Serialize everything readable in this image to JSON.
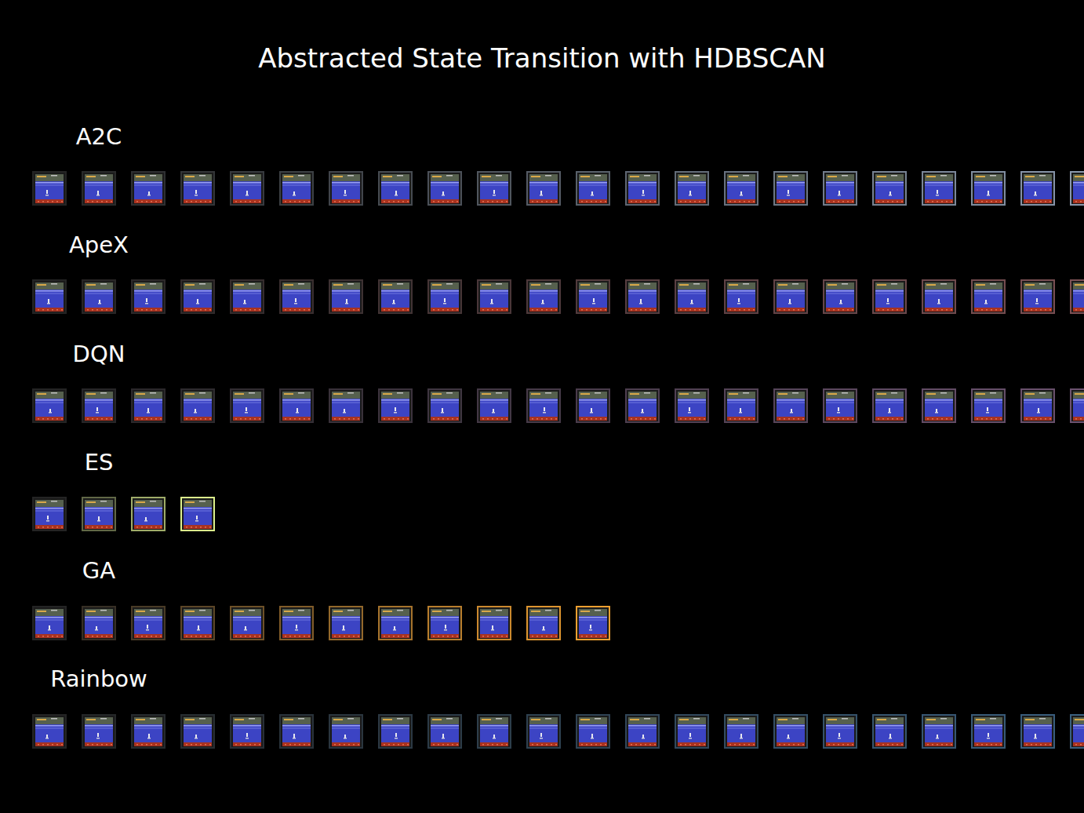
{
  "diagram": {
    "title": "Abstracted State Transition with HDBSCAN",
    "labels": [
      "A2C",
      "ApeX",
      "DQN",
      "ES",
      "GA",
      "Rainbow"
    ]
  }
}
